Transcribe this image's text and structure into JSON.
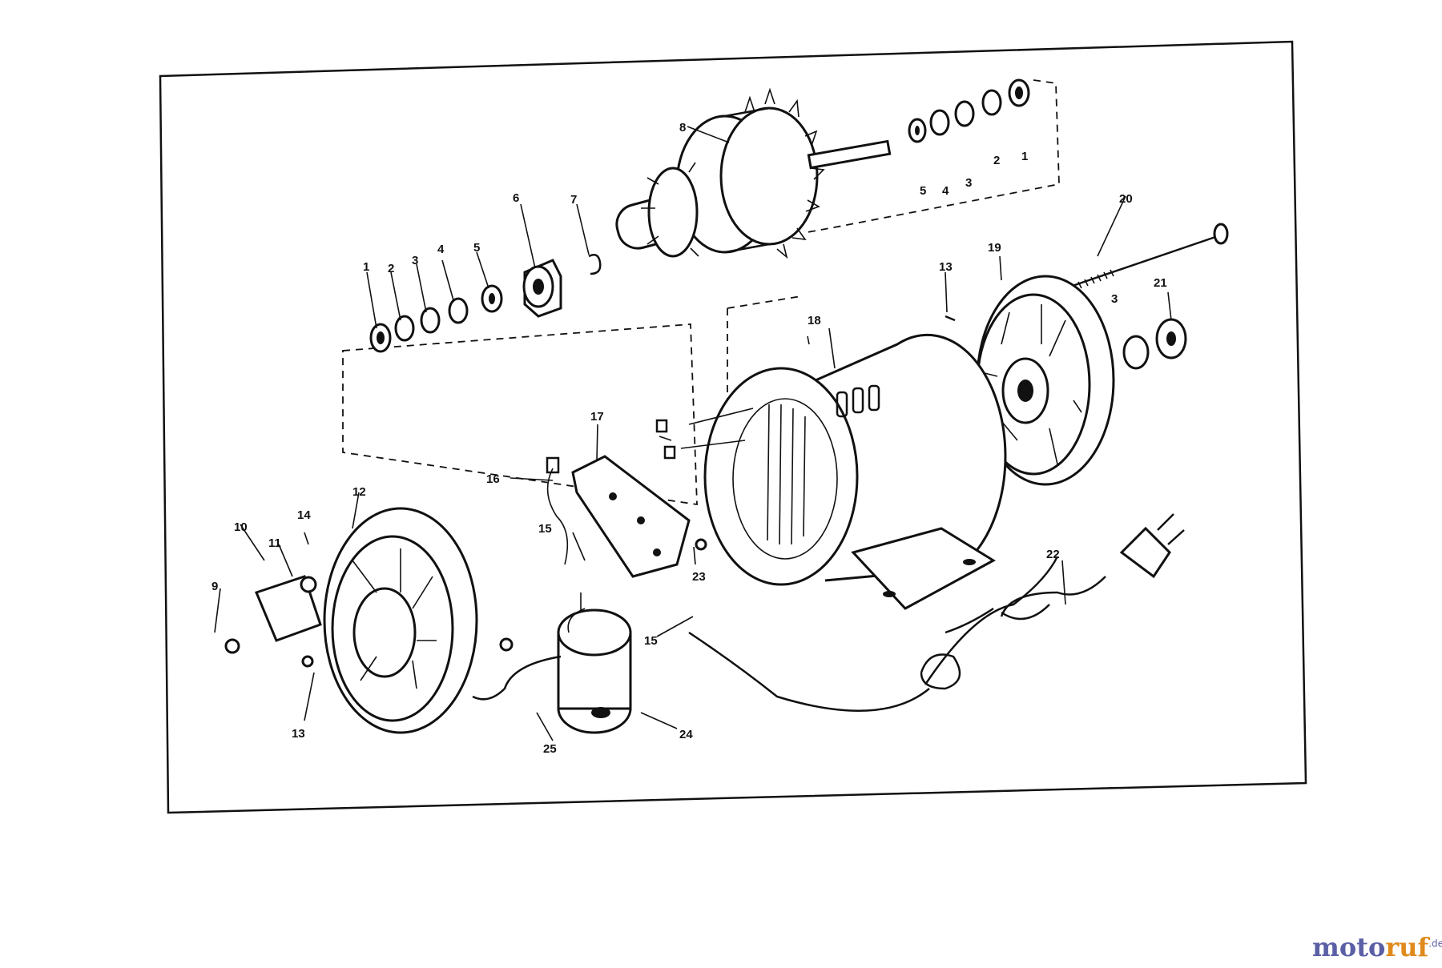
{
  "labels": {
    "l1a": "1",
    "l2a": "2",
    "l3a": "3",
    "l4a": "4",
    "l5a": "5",
    "l6": "6",
    "l7": "7",
    "l8": "8",
    "r5": "5",
    "r4": "4",
    "r3": "3",
    "r2": "2",
    "r1": "1",
    "l9": "9",
    "l10": "10",
    "l11": "11",
    "l12": "12",
    "l13b": "13",
    "l14": "14",
    "l15a": "15",
    "l15b": "15",
    "l16": "16",
    "l17": "17",
    "l18": "18",
    "l19": "19",
    "l13": "13",
    "l20": "20",
    "l21": "21",
    "l3b": "3",
    "l22": "22",
    "l23": "23",
    "l24": "24",
    "l25": "25"
  },
  "brand": {
    "part1": "moto",
    "part2": "ruf",
    "suffix": ".de"
  }
}
